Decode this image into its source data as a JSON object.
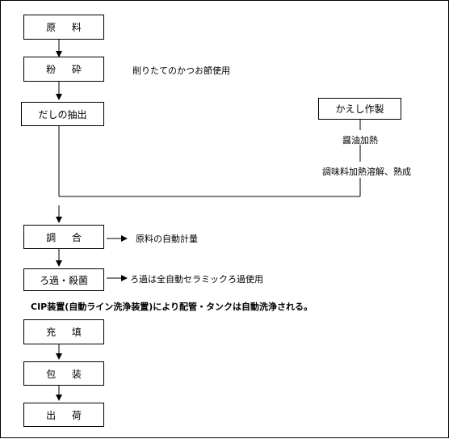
{
  "flow": {
    "step1": "原 料",
    "step2": "粉 砕",
    "step3": "だしの抽出",
    "side_step": "かえし作製",
    "step4": "調 合",
    "step5": "ろ過・殺菌",
    "step6": "充 填",
    "step7": "包 装",
    "step8": "出 荷"
  },
  "notes": {
    "katsuobushi": "削りたてのかつお節使用",
    "soy_heating": "醤油加熱",
    "seasoning": "調味料加熱溶解、熟成",
    "auto_weighing": "原料の自動計量",
    "filtration": "ろ過は全自動セラミックろ過使用",
    "cip": "CIP装置(自動ライン洗浄装置)により配管・タンクは自動洗浄される。"
  }
}
